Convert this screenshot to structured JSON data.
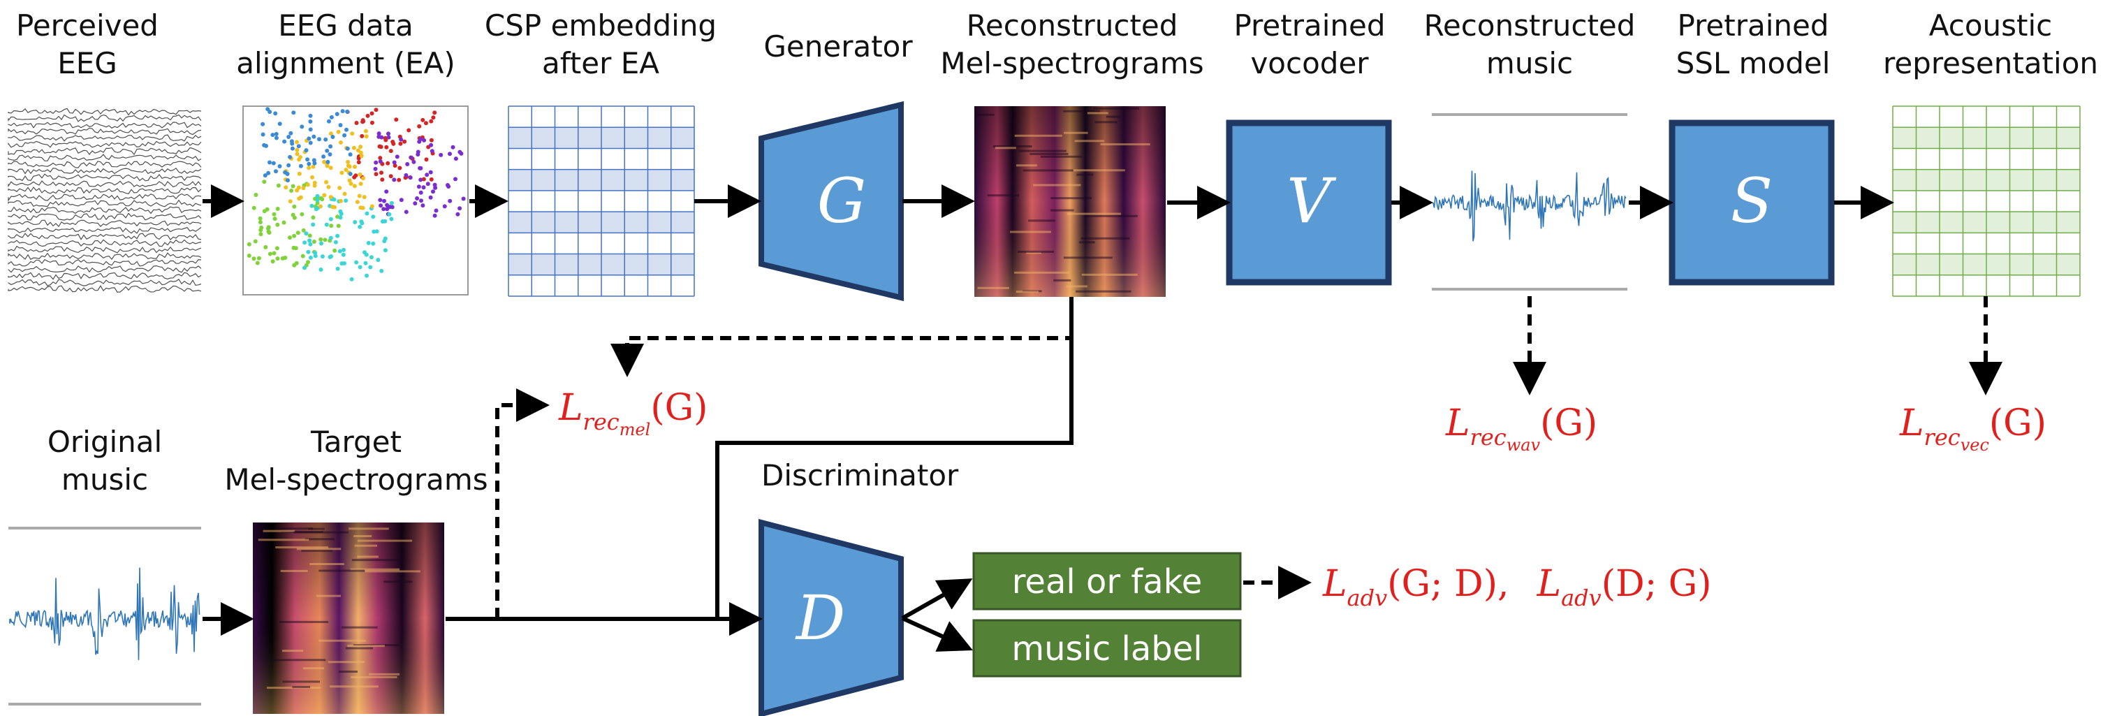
{
  "stages": {
    "perceived_eeg": [
      "Perceived",
      "EEG"
    ],
    "ea": [
      "EEG data",
      "alignment (EA)"
    ],
    "csp": [
      "CSP embedding",
      "after EA"
    ],
    "generator": [
      "Generator"
    ],
    "recon_mel": [
      "Reconstructed",
      "Mel-spectrograms"
    ],
    "vocoder": [
      "Pretrained",
      "vocoder"
    ],
    "recon_music": [
      "Reconstructed",
      "music"
    ],
    "ssl": [
      "Pretrained",
      "SSL model"
    ],
    "acoustic": [
      "Acoustic",
      "representation"
    ],
    "original_music": [
      "Original",
      "music"
    ],
    "target_mel": [
      "Target",
      "Mel-spectrograms"
    ],
    "discriminator": [
      "Discriminator"
    ]
  },
  "blocks": {
    "generator_symbol": "G",
    "vocoder_symbol": "V",
    "ssl_symbol": "S",
    "discriminator_symbol": "D"
  },
  "outputs": {
    "real_or_fake": "real or fake",
    "music_label": "music label"
  },
  "losses": {
    "rec_mel": {
      "base": "L",
      "sub": "rec",
      "subsub": "mel",
      "arg": "(G)"
    },
    "rec_wav": {
      "base": "L",
      "sub": "rec",
      "subsub": "wav",
      "arg": "(G)"
    },
    "rec_vec": {
      "base": "L",
      "sub": "rec",
      "subsub": "vec",
      "arg": "(G)"
    },
    "adv_g": {
      "base": "L",
      "sub": "adv",
      "arg": "(G; D),"
    },
    "adv_d": {
      "base": "L",
      "sub": "adv",
      "arg": "(D; G)"
    }
  },
  "colors": {
    "block_fill": "#5b9bd5",
    "block_stroke": "#1f3864",
    "output_fill": "#538135",
    "loss": "#e0201c",
    "grid_blue": "#4472c4",
    "grid_green": "#70ad47"
  }
}
